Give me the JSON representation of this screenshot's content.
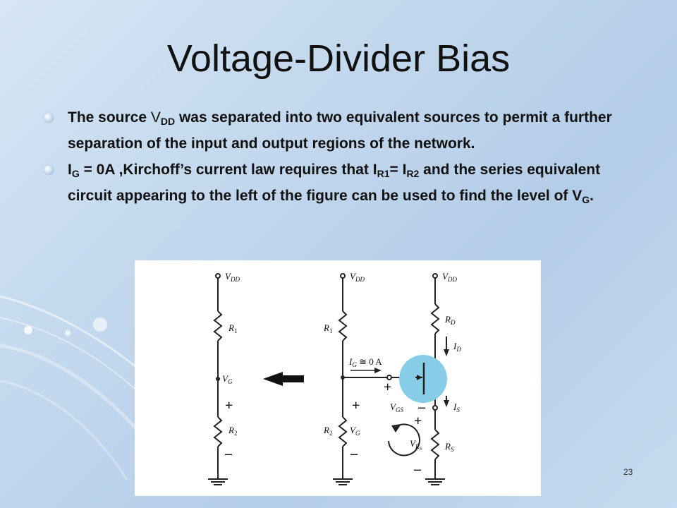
{
  "slide": {
    "title": "Voltage-Divider Bias",
    "number": "23"
  },
  "bullets": [
    {
      "p1": "The source ",
      "v": "V",
      "sub": "DD",
      "p2": " was separated into two equivalent sources to permit a further separation of the input and output regions of the network."
    },
    {
      "i": "I",
      "isub": "G",
      "p1": " = 0A ,Kirchoff’s current law requires that I",
      "sub1": "R1",
      "p2": "= I",
      "sub2": "R2",
      "p3": " and the series equivalent circuit appearing to the left of the figure can be used to find the level of ",
      "v": "V",
      "vsub": "G",
      "p4": "."
    }
  ],
  "circuit": {
    "vdd": "V",
    "vdd_sub": "DD",
    "r1": "R",
    "r1_sub": "1",
    "r2": "R",
    "r2_sub": "2",
    "vg": "V",
    "vg_sub": "G",
    "ig": "I",
    "ig_sub": "G",
    "ig_eq": " ≅ 0 A",
    "rd": "R",
    "rd_sub": "D",
    "id": "I",
    "id_sub": "D",
    "is": "I",
    "is_sub": "S",
    "rs": "R",
    "rs_sub": "S",
    "vgs": "V",
    "vgs_sub": "GS",
    "vrs": "V",
    "vrs_sub": "R",
    "vrs_subsub": "S",
    "plus": "+",
    "minus": "–",
    "highlight_color": "#87cde8"
  }
}
